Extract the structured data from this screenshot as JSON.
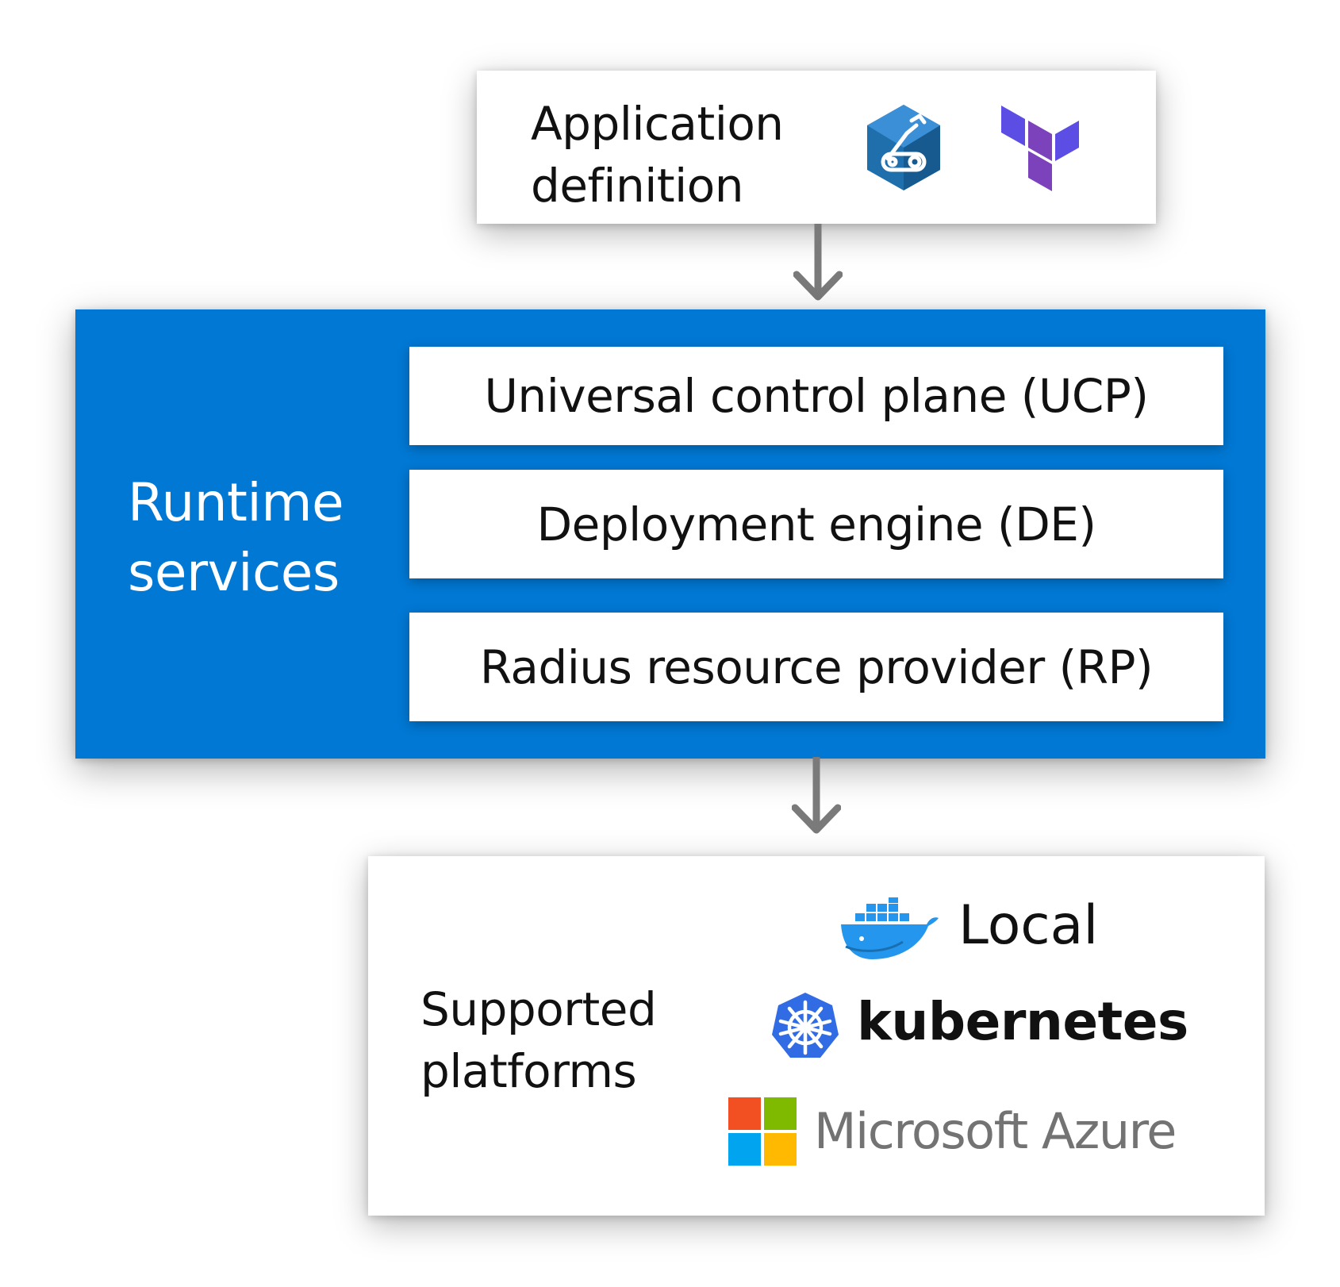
{
  "app_definition": {
    "title": "Application\ndefinition",
    "icons": [
      "bicep-icon",
      "terraform-icon"
    ]
  },
  "runtime_services": {
    "title": "Runtime\nservices",
    "components": [
      "Universal control plane (UCP)",
      "Deployment engine (DE)",
      "Radius resource provider (RP)"
    ],
    "color": "#0078d4"
  },
  "supported_platforms": {
    "title": "Supported\nplatforms",
    "platforms": {
      "local": {
        "label": "Local",
        "icon": "docker-icon"
      },
      "kubernetes": {
        "label": "kubernetes",
        "icon": "kubernetes-icon"
      },
      "azure": {
        "label": "Microsoft Azure",
        "icon": "microsoft-logo-icon"
      }
    }
  },
  "colors": {
    "azure_blue": "#0078d4",
    "docker_blue": "#2496ed",
    "kubernetes_blue": "#326ce5",
    "terraform_purple": "#7b42bc",
    "bicep_blue": "#1f6fad",
    "arrow_gray": "#7a7a7a"
  }
}
